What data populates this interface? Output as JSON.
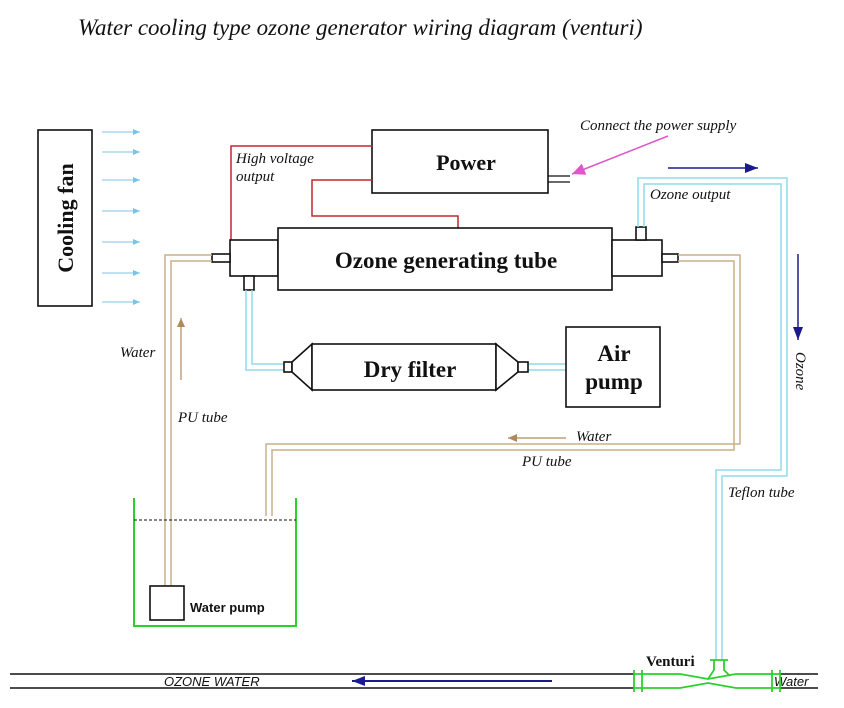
{
  "title": "Water cooling type ozone generator wiring diagram (venturi)",
  "components": {
    "cooling_fan": "Cooling fan",
    "power": "Power",
    "ozone_tube": "Ozone generating tube",
    "dry_filter": "Dry filter",
    "air_pump_line1": "Air",
    "air_pump_line2": "pump",
    "water_pump": "Water pump",
    "venturi": "Venturi"
  },
  "labels": {
    "connect_power": "Connect the power supply",
    "hv_line1": "High voltage",
    "hv_line2": "output",
    "ozone_output": "Ozone output",
    "ozone_vertical": "Ozone",
    "water_left": "Water",
    "pu_tube_left": "PU tube",
    "water_mid": "Water",
    "pu_tube_mid": "PU tube",
    "teflon_tube": "Teflon tube",
    "ozone_water": "OZONE WATER",
    "water_inlet": "Water"
  },
  "colors": {
    "wire": "#c0282d",
    "air_line": "#8fdcec",
    "water_line": "#c8b08a",
    "tank": "#2bd12b",
    "flow_arrow": "#1a1a8c",
    "pointer": "#e055c8",
    "fan_arrows": "#7cc4e6"
  }
}
